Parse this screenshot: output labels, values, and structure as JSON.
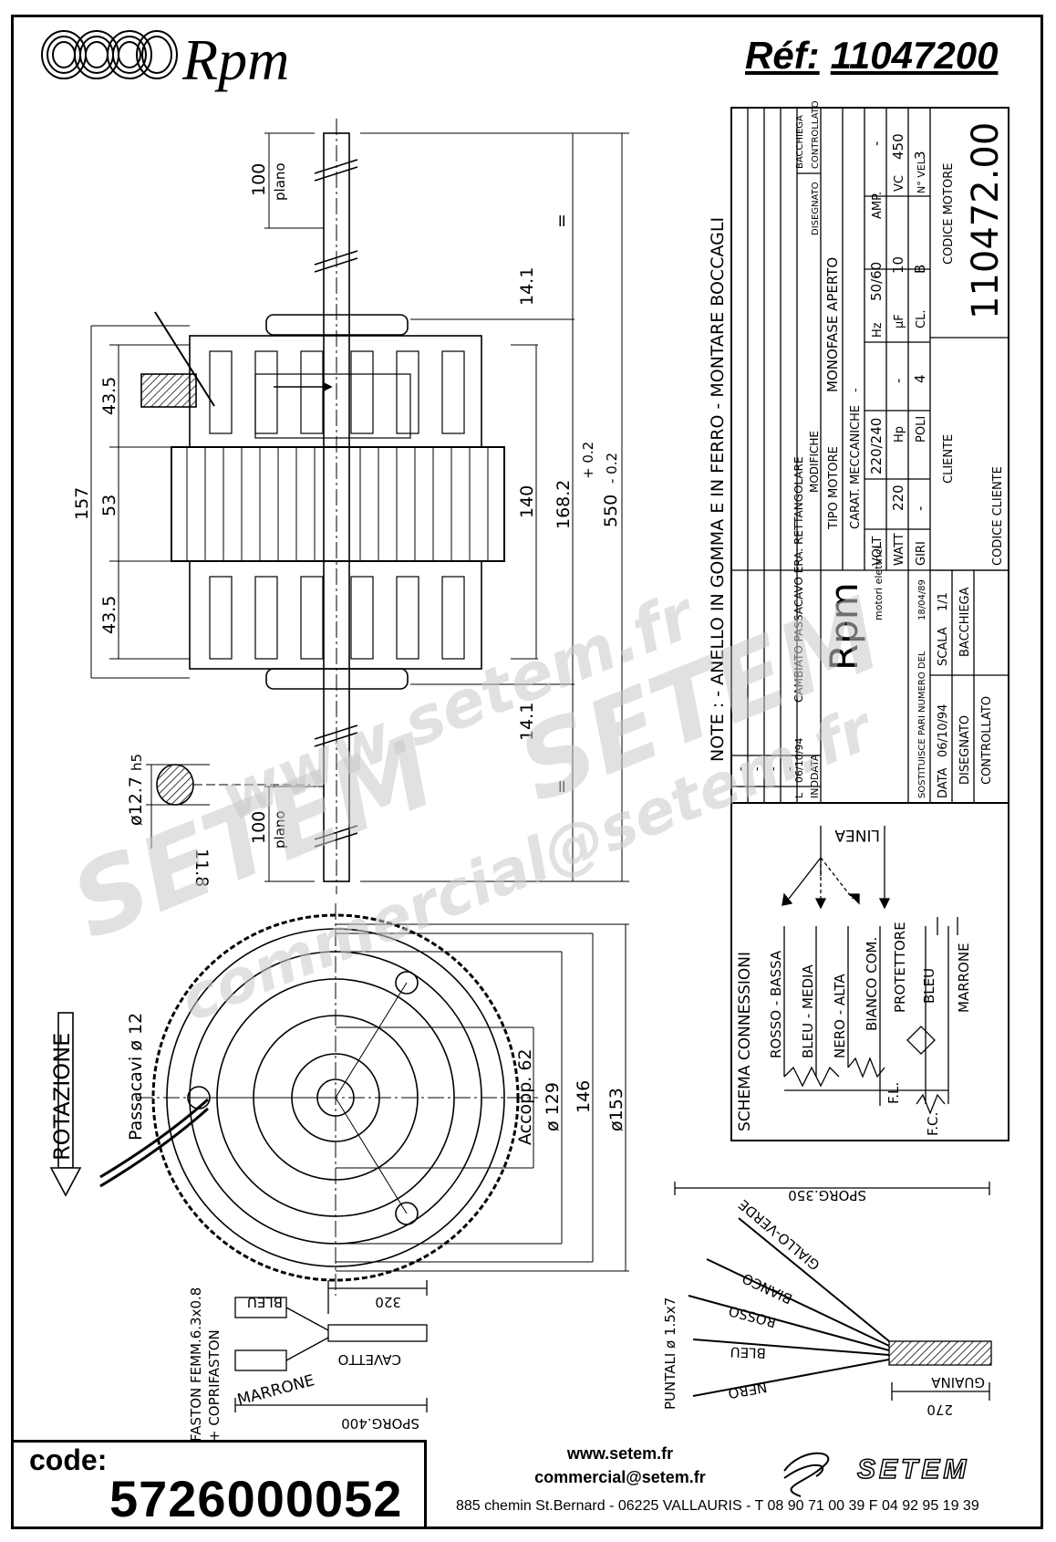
{
  "header": {
    "brand": "Rpm",
    "ref_label": "Réf:",
    "ref_value": "11047200"
  },
  "side_view": {
    "dims": {
      "plano_top_len": "100",
      "plano_label": "plano",
      "height_total": "157",
      "h_top": "43.5",
      "h_mid": "53",
      "h_bot": "43.5",
      "inner_140": "140",
      "inner_168": "168.2",
      "total_550": "550",
      "tol_plus": "+ 0.2",
      "tol_minus": "- 0.2",
      "shaft_off_top": "14.1",
      "shaft_off_bot": "14.1",
      "eq": "=",
      "shaft_dia": "ø12.7",
      "shaft_tol": "h5",
      "flat": "11.8",
      "plano_bot_len": "100"
    }
  },
  "front_view": {
    "rotation": "ROTAZIONE",
    "passacavi": "Passacavi ø 12",
    "accopp": "Accopp. 62",
    "d129": "ø 129",
    "d146": "146",
    "d153": "ø153"
  },
  "title_block": {
    "note": "NOTE : - ANELLO IN GOMMA E IN FERRO  - MONTARE BOCCAGLI",
    "rev_ind": "IND",
    "rev_data": "DATA",
    "rev_l": "L",
    "rev_date": "06/10/94",
    "rev_dashes": [
      "-",
      "-",
      "-",
      "-"
    ],
    "changed_text": "CAMBIATO PASSACAVO ERA: RETTANGOLARE",
    "modifiche": "MODIFICHE",
    "bacchiega": "BACCHIEGA",
    "disegnato": "DISEGNATO",
    "controllato": "CONTROLLATO",
    "brand_small": "Rpm",
    "brand_sub": "motori elettrici",
    "tipo_motore_lbl": "TIPO MOTORE",
    "tipo_motore_val": "MONOFASE APERTO",
    "carat_lbl": "CARAT. MECCANICHE",
    "carat_val": "-",
    "volt_lbl": "VOLT",
    "volt_val": "220/240",
    "hz_lbl": "Hz",
    "hz_val": "50/60",
    "amp_lbl": "AMP.",
    "amp_val": "-",
    "watt_lbl": "WATT",
    "watt_val": "220",
    "hp_lbl": "Hp",
    "hp_val": "-",
    "uf_lbl": "µF",
    "uf_val": "10",
    "vc_lbl": "VC",
    "vc_val": "450",
    "giri_lbl": "GIRI",
    "giri_val": "-",
    "poli_lbl": "POLI",
    "poli_val": "4",
    "cl_lbl": "CL.",
    "cl_val": "B",
    "nvel_lbl": "N° VEL",
    "nvel_val": "3",
    "sost_lbl": "SOSTITUISCE PARI NUMERO DEL",
    "sost_val": "18/04/89",
    "data_lbl": "DATA",
    "data_val": "06/10/94",
    "scala_lbl": "SCALA",
    "scala_val": "1/1",
    "disegnato2": "DISEGNATO",
    "disegnato_val": "BACCHIEGA",
    "controllato2": "CONTROLLATO",
    "cliente_lbl": "CLIENTE",
    "codice_cliente": "CODICE CLIENTE",
    "codice_motore_lbl": "CODICE MOTORE",
    "codice_motore": "110472.00"
  },
  "wiring": {
    "title": "SCHEMA CONNESSIONI",
    "linea": "LINEA",
    "wires": [
      "ROSSO - BASSA",
      "BLEU - MEDIA",
      "NERO - ALTA",
      "BIANCO COM.",
      "PROTETTORE",
      "BLEU",
      "MARRONE"
    ],
    "fl": "F.L.",
    "fc": "F.C."
  },
  "leads": {
    "sporg350": "SPORG.350",
    "colors": [
      "GIALLO-VERDE",
      "BIANCO",
      "ROSSO",
      "BLEU",
      "NERO"
    ],
    "puntali": "PUNTALI ø 1.5x7",
    "guaina": "GUAINA",
    "len270": "270"
  },
  "cable": {
    "faston": "FASTON FEMM.6.3x0.8",
    "coprifaston": "+ COPRIFASTON",
    "bleu": "BLEU",
    "marrone": "MARRONE",
    "len320": "320",
    "cavetto": "CAVETTO",
    "sporg400": "SPORG.400"
  },
  "watermark": {
    "line1": "www.setem.fr",
    "line2": "SETEM",
    "line3": "SETEM",
    "line4": "commercial@setem.fr"
  },
  "footer": {
    "code_label": "code:",
    "code_value": "5726000052",
    "web": "www.setem.fr",
    "email": "commercial@setem.fr",
    "address": "885 chemin St.Bernard  -  06225 VALLAURIS  -  T 08 90 71 00 39   F 04 92 95 19 39",
    "brand": "SETEM"
  }
}
